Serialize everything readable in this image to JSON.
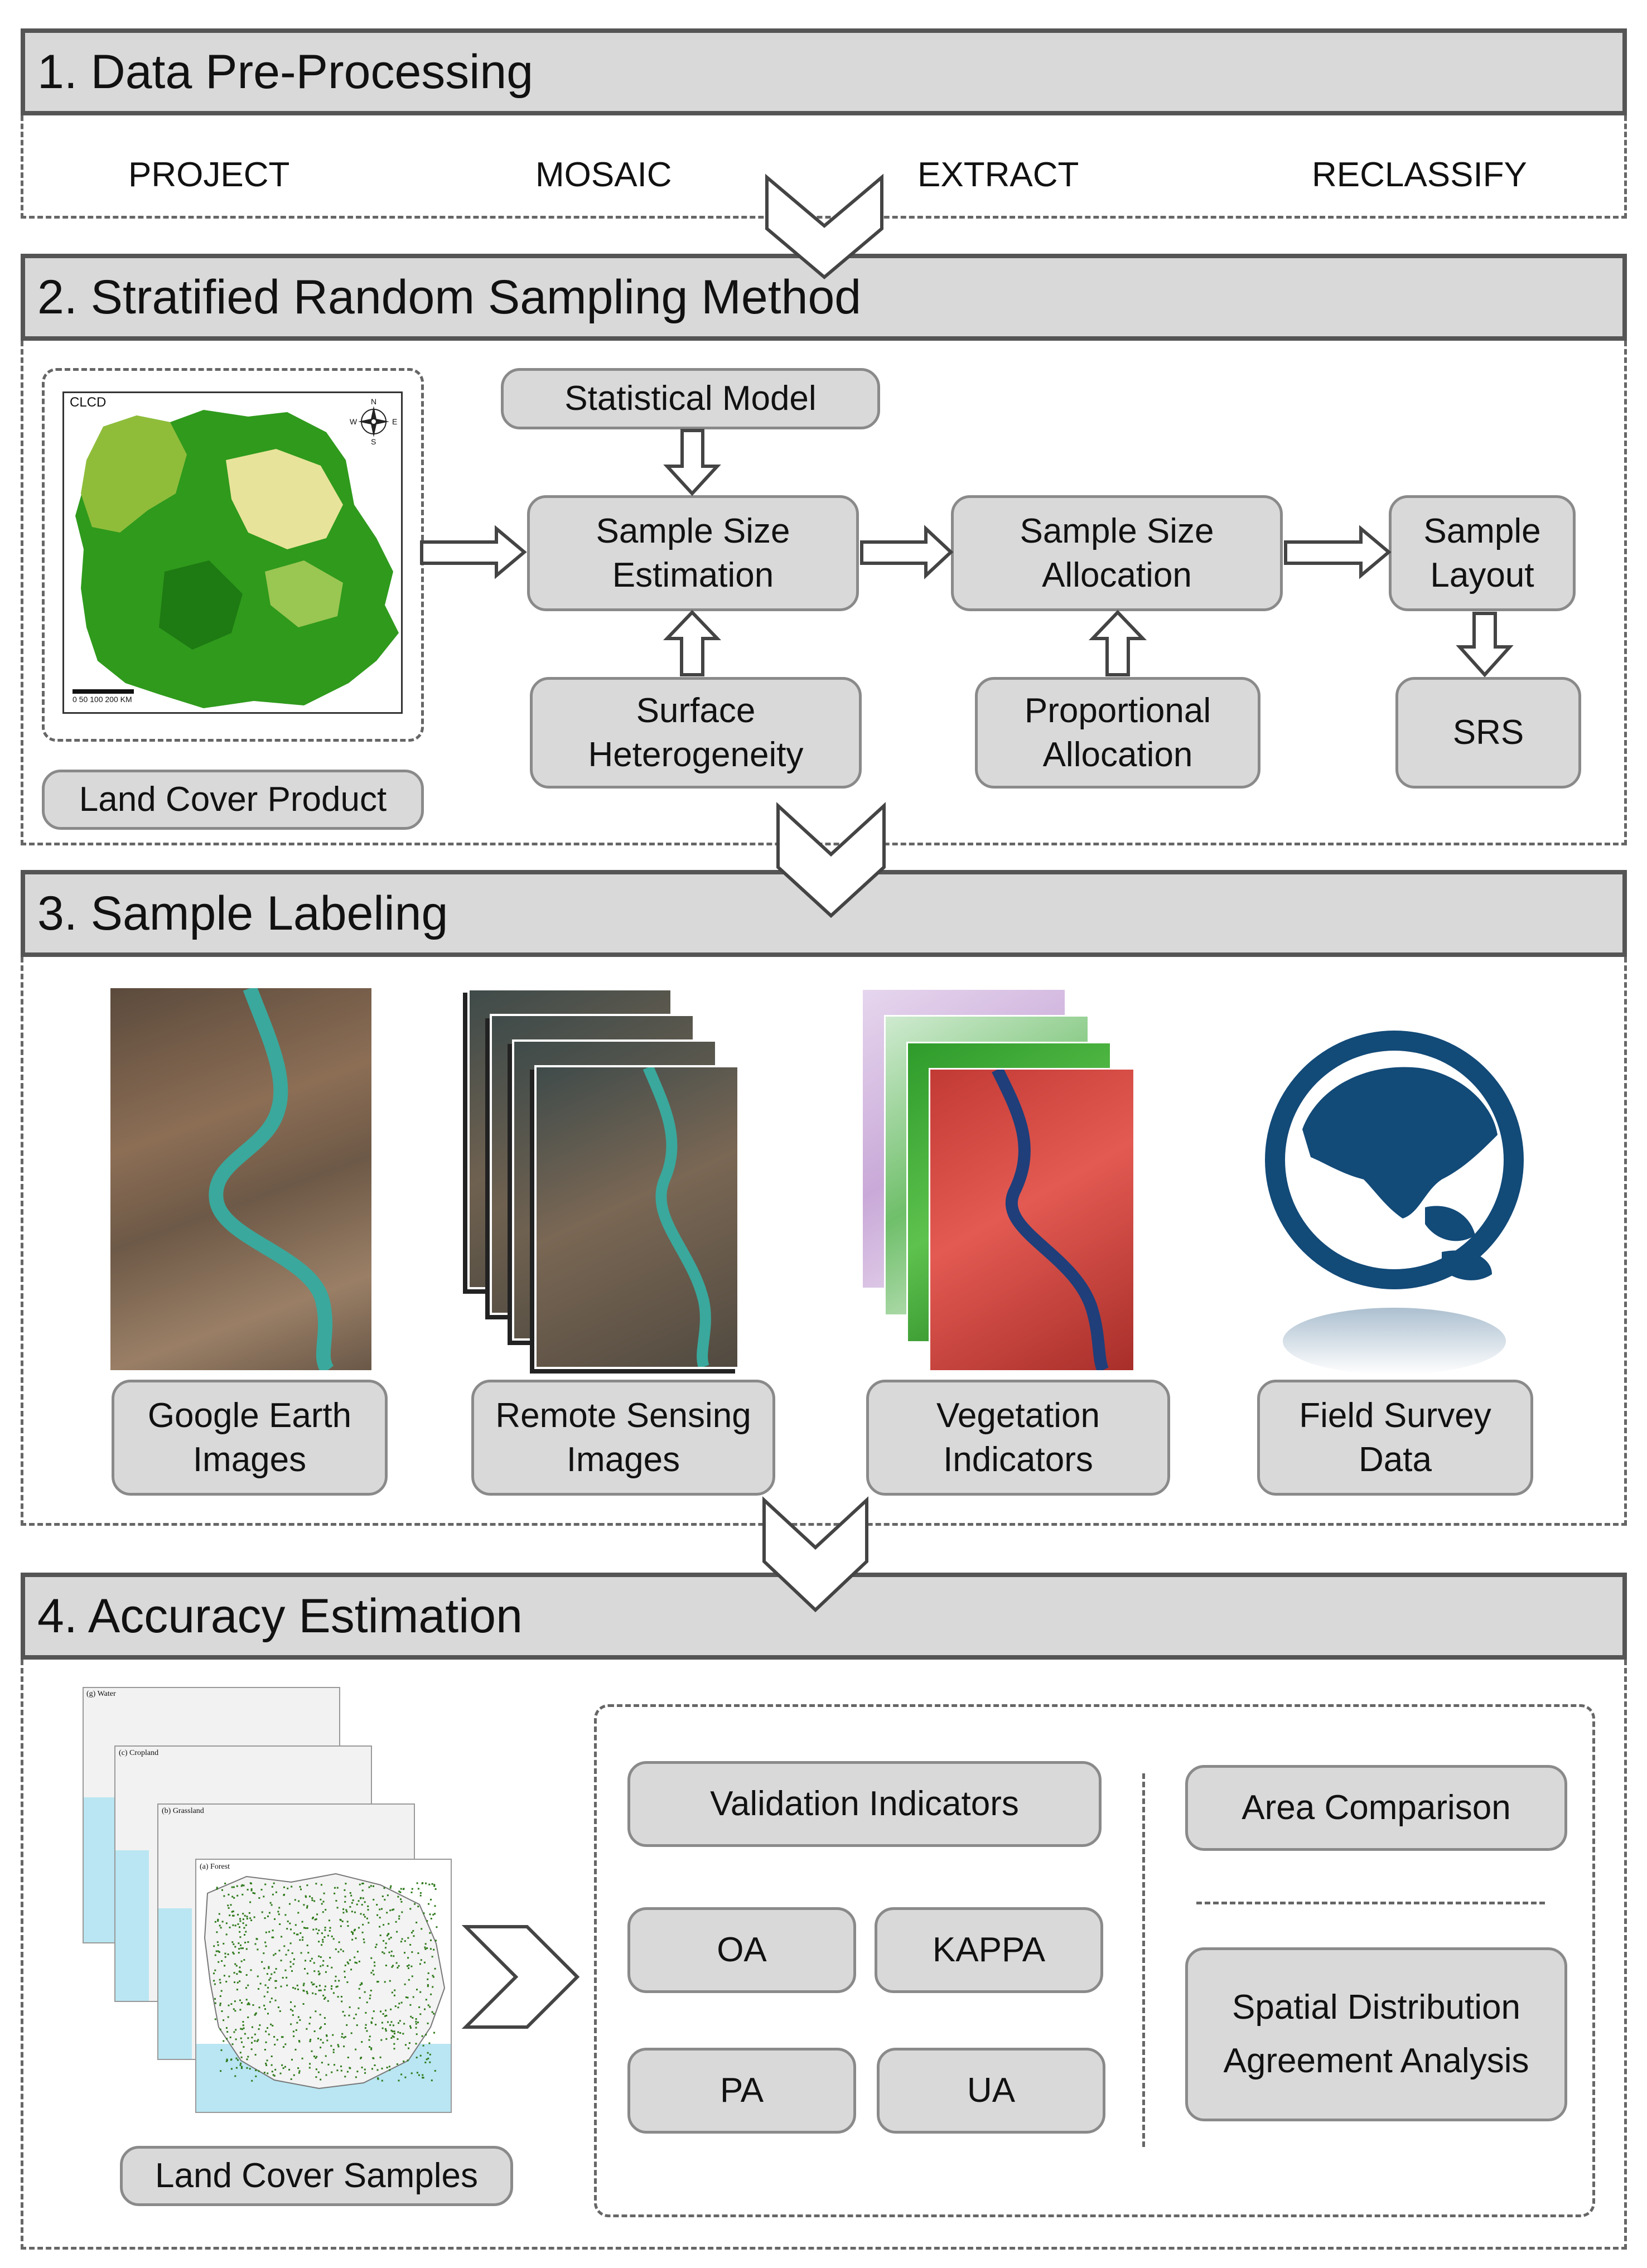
{
  "sections": {
    "s1": {
      "title": "1. Data Pre-Processing",
      "steps": [
        "PROJECT",
        "MOSAIC",
        "EXTRACT",
        "RECLASSIFY"
      ]
    },
    "s2": {
      "title": "2. Stratified Random Sampling Method",
      "map_label": "CLCD",
      "map_scale": "0 50 100   200 KM",
      "compass": {
        "n": "N",
        "e": "E",
        "s": "S",
        "w": "W"
      },
      "land_cover_product": "Land Cover Product",
      "statistical_model": "Statistical Model",
      "sample_size_estimation": "Sample Size\nEstimation",
      "surface_heterogeneity": "Surface\nHeterogeneity",
      "sample_size_allocation": "Sample Size\nAllocation",
      "proportional_allocation": "Proportional\nAllocation",
      "sample_layout": "Sample\nLayout",
      "srs": "SRS"
    },
    "s3": {
      "title": "3. Sample Labeling",
      "google_earth": "Google Earth\nImages",
      "remote_sensing": "Remote Sensing\nImages",
      "vegetation": "Vegetation\nIndicators",
      "field_survey": "Field Survey\nData"
    },
    "s4": {
      "title": "4.  Accuracy Estimation",
      "map_labels": [
        "(g) Water",
        "(c) Cropland",
        "(b) Grassland",
        "(a) Forest"
      ],
      "land_cover_samples": "Land Cover Samples",
      "validation_indicators": "Validation Indicators",
      "oa": "OA",
      "kappa": "KAPPA",
      "pa": "PA",
      "ua": "UA",
      "area_comparison": "Area Comparison",
      "spatial_distribution": "Spatial Distribution\nAgreement Analysis"
    }
  },
  "colors": {
    "header_fill": "#d9d9d9",
    "header_border": "#555555",
    "pill_fill": "#d9d9d9",
    "pill_border": "#8a8a8a",
    "arrow_fill": "#ffffff",
    "arrow_stroke": "#444444",
    "forest": "#2f9a1c",
    "grassland": "#e8e39a",
    "water": "#b9e6f2",
    "globe": "#124a78"
  }
}
